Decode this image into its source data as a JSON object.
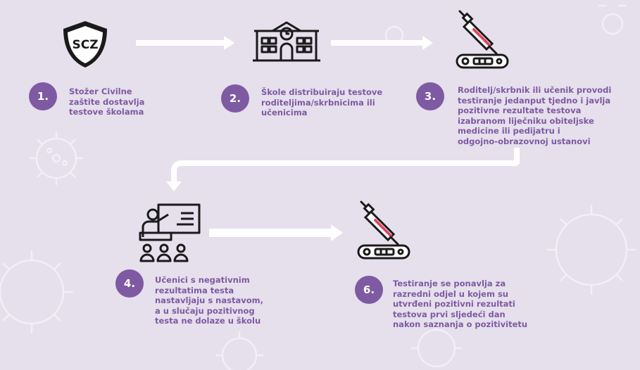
{
  "colors": {
    "background": "#e6dfec",
    "accent": "#7e5aa2",
    "ink": "#1a1a1a",
    "arrow": "#ffffff"
  },
  "steps": [
    {
      "number": "1.",
      "icon": "civil-protection-shield-icon",
      "logo_text": "SCZ",
      "text": "Stožer Civilne\nzaštite dostavlja\ntestove školama"
    },
    {
      "number": "2.",
      "icon": "school-building-icon",
      "text": "Škole distribuiraju testove\nroditeljima/skrbnicima ili\nučenicima"
    },
    {
      "number": "3.",
      "icon": "dropper-test-icon",
      "text": "Roditelj/skrbnik ili učenik provodi\ntestiranje jedanput tjedno i javlja\npozitivne rezultate testova\nizabranom liječniku obiteljske\nmedicine ili pedijatru i\nodgojno-obrazovnoj ustanovi"
    },
    {
      "number": "4.",
      "icon": "classroom-teacher-icon",
      "text": "Učenici s negativnim\nrezultatima testa\nnastavljaju s nastavom,\na u slučaju pozitivnog\ntesta ne dolaze u školu"
    },
    {
      "number": "6.",
      "icon": "dropper-test-icon",
      "text": "Testiranje se ponavlja za\nrazredni odjel u kojem su\nutvrđeni pozitivni rezultati\ntestova prvi sljedeći dan\nnakon saznanja o pozitivitetu"
    }
  ]
}
